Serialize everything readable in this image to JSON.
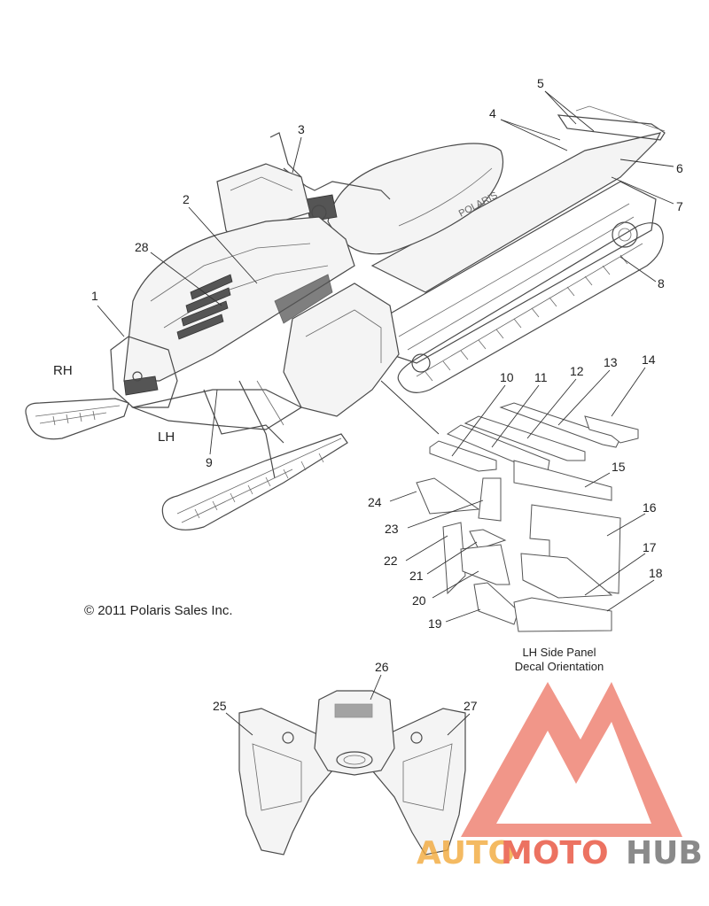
{
  "copyright": "© 2011 Polaris Sales Inc.",
  "side_labels": {
    "rh": "RH",
    "lh": "LH"
  },
  "orientation_note": {
    "line1": "LH Side Panel",
    "line2": "Decal Orientation"
  },
  "callouts": [
    "1",
    "2",
    "3",
    "4",
    "5",
    "6",
    "7",
    "8",
    "9",
    "10",
    "11",
    "12",
    "13",
    "14",
    "15",
    "16",
    "17",
    "18",
    "19",
    "20",
    "21",
    "22",
    "23",
    "24",
    "25",
    "26",
    "27",
    "28"
  ],
  "seat_brand": "POLARIS",
  "watermark": {
    "part1": "AUTO",
    "part2": "MOTO",
    "part3": "HUB"
  },
  "colors": {
    "watermark_red": "#e8503a",
    "watermark_orange": "#f2a93b",
    "watermark_gray": "#6d6d6d",
    "line": "#4a4a4a"
  }
}
